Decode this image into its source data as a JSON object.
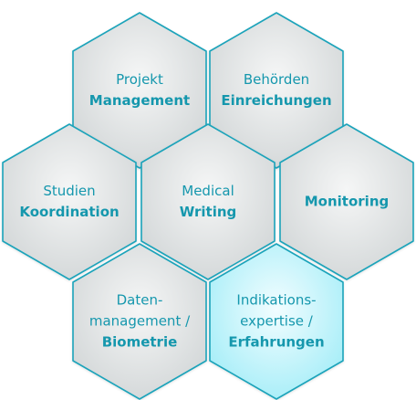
{
  "colors": {
    "accent": "#1aa3ba",
    "text": "#1597ad",
    "fill_light": "#f5f6f6",
    "fill_dark": "#d4d8d9",
    "highlight_light": "#f2fdff",
    "highlight_dark": "#a8eef8"
  },
  "cells": [
    {
      "id": "projekt-management",
      "lines": [
        {
          "text": "Projekt",
          "bold": false
        },
        {
          "text": "Management",
          "bold": true
        }
      ],
      "highlighted": false
    },
    {
      "id": "behoerden-einreichungen",
      "lines": [
        {
          "text": "Behörden",
          "bold": false
        },
        {
          "text": "Einreichungen",
          "bold": true
        }
      ],
      "highlighted": false
    },
    {
      "id": "studien-koordination",
      "lines": [
        {
          "text": "Studien",
          "bold": false
        },
        {
          "text": "Koordination",
          "bold": true
        }
      ],
      "highlighted": false
    },
    {
      "id": "medical-writing",
      "lines": [
        {
          "text": "Medical",
          "bold": false
        },
        {
          "text": "Writing",
          "bold": true
        }
      ],
      "highlighted": false
    },
    {
      "id": "monitoring",
      "lines": [
        {
          "text": "Monitoring",
          "bold": true
        }
      ],
      "highlighted": false
    },
    {
      "id": "datenmanagement-biometrie",
      "lines": [
        {
          "text": "Daten-",
          "bold": false
        },
        {
          "text": "management /",
          "bold": false
        },
        {
          "text": "Biometrie",
          "bold": true
        }
      ],
      "highlighted": false
    },
    {
      "id": "indikationsexpertise-erfahrungen",
      "lines": [
        {
          "text": "Indikations-",
          "bold": false
        },
        {
          "text": "expertise /",
          "bold": false
        },
        {
          "text": "Erfahrungen",
          "bold": true
        }
      ],
      "highlighted": true
    }
  ]
}
